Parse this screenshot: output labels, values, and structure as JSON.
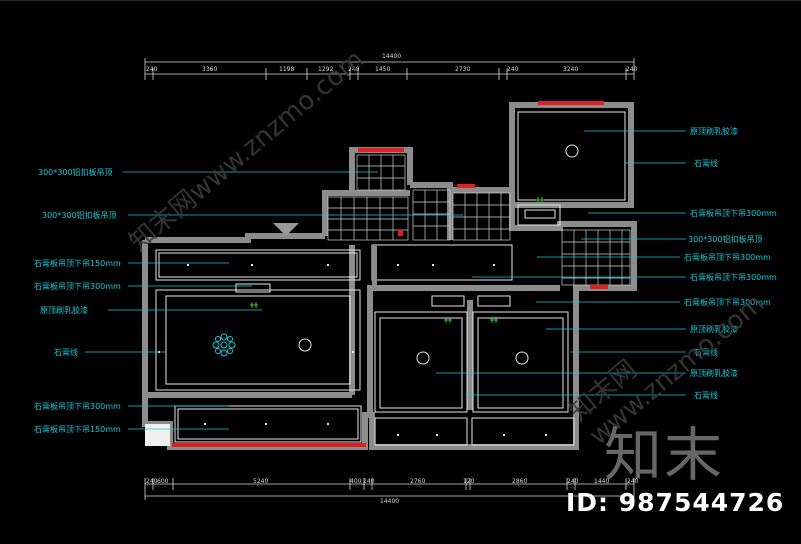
{
  "dimensions": {
    "top_total": "14400",
    "top_segments": [
      "240",
      "3360",
      "1198",
      "1292",
      "240",
      "1450",
      "2730",
      "240",
      "3240",
      "240"
    ],
    "bottom_total": "14400",
    "bottom_segments": [
      "240",
      "600",
      "5240",
      "400",
      "240",
      "2760",
      "120",
      "2860",
      "240",
      "1440",
      "240"
    ]
  },
  "labels_left": [
    "300*300铝扣板吊顶",
    "300*300铝扣板吊顶",
    "石膏板吊顶下吊150mm",
    "石膏板吊顶下吊300mm",
    "原顶刷乳胶漆",
    "石膏线",
    "石膏板吊顶下吊300mm",
    "石膏板吊顶下吊150mm"
  ],
  "labels_right": [
    "原顶刷乳胶漆",
    "石膏线",
    "石膏板吊顶下吊300mm",
    "300*300铝扣板吊顶",
    "石膏板吊顶下吊300mm",
    "石膏板吊顶下吊300mm",
    "石膏板吊顶下吊300mm",
    "原顶刷乳胶漆",
    "石膏线",
    "原顶刷乳胶漆",
    "石膏线"
  ],
  "watermark": {
    "logo": "知末",
    "id": "ID: 987544726",
    "url": "知末网www.znzmo.com"
  },
  "colors": {
    "background": "#000000",
    "walls": "#808080",
    "leader": "#19c8d8",
    "dimension": "#d8d8d8",
    "window": "#e02020"
  }
}
